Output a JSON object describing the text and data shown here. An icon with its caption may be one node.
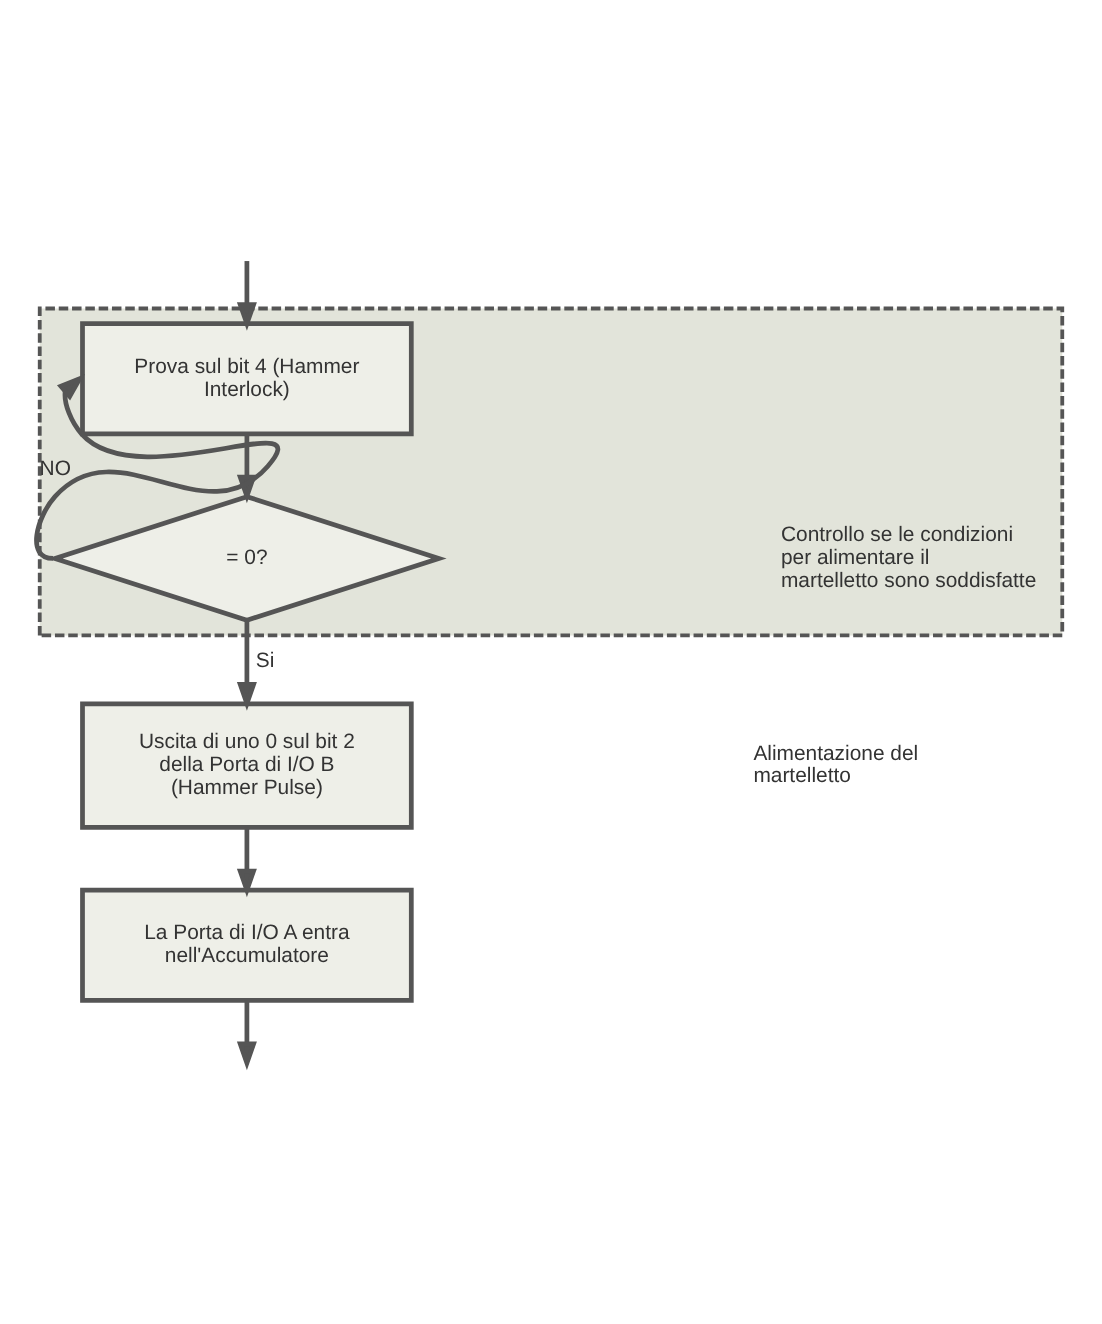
{
  "diagram": {
    "nodes": [
      {
        "text": [],
        "shape": "band"
      },
      {
        "text": [
          "Prova sul bit 4 (Hammer Interlock)"
        ],
        "in": 0
      },
      {
        "text": [
          "= 0?"
        ],
        "in": 0
      },
      {
        "text": [
          "Uscita di uno 0 sul bit 2 della Porta di I/O B (Hammer Pulse)"
        ]
      },
      {
        "text": [
          "La Porta di I/O A entra nell'Accumulatore"
        ]
      }
    ],
    "edges": [
      {
        "from": null,
        "to": 1,
        "arrow": "to"
      },
      {
        "from": 1,
        "to": 2,
        "arrow": "to"
      },
      {
        "from": 2,
        "to": 1,
        "arrow": "to",
        "label": "NO"
      },
      {
        "from": 2,
        "to": 3,
        "arrow": "to",
        "label": "Si"
      },
      {
        "from": 3,
        "to": 4,
        "arrow": "to"
      },
      {
        "from": 4,
        "to": null,
        "arrow": "to"
      }
    ],
    "labels": [
      "Controllo se le condizioni per alimentare il martelletto sono soddisfatte",
      "Alimentazione del martelletto"
    ]
  }
}
